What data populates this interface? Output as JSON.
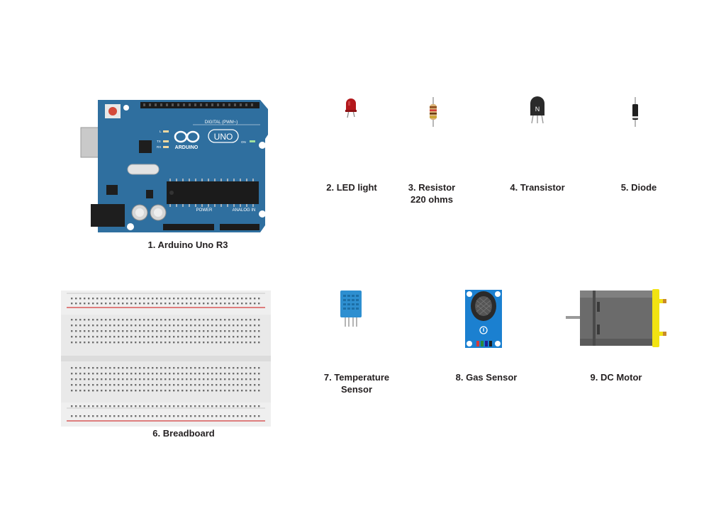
{
  "components": [
    {
      "id": "arduino",
      "label": "1. Arduino Uno R3",
      "texts": {
        "brand": "ARDUINO",
        "model": "UNO",
        "digital": "DIGITAL (PWM~)",
        "power": "POWER",
        "analog": "ANALOG IN",
        "on": "ON",
        "tx": "TX",
        "rx": "RX",
        "l": "L"
      }
    },
    {
      "id": "led",
      "label": "2. LED light"
    },
    {
      "id": "resistor",
      "label": "3. Resistor\n220 ohms"
    },
    {
      "id": "transistor",
      "label": "4. Transistor",
      "texts": {
        "type": "N"
      }
    },
    {
      "id": "diode",
      "label": "5. Diode"
    },
    {
      "id": "breadboard",
      "label": "6. Breadboard"
    },
    {
      "id": "temperature-sensor",
      "label": "7. Temperature\nSensor"
    },
    {
      "id": "gas-sensor",
      "label": "8. Gas Sensor"
    },
    {
      "id": "dc-motor",
      "label": "9. DC Motor"
    }
  ],
  "colors": {
    "arduino_board": "#2f6f9f",
    "led": "#b3181c",
    "sensor_blue": "#2e8fd0",
    "motor_yellow": "#f2e312",
    "breadboard_red_line": "#d33a3a",
    "breadboard_body": "#e9e9e9"
  }
}
